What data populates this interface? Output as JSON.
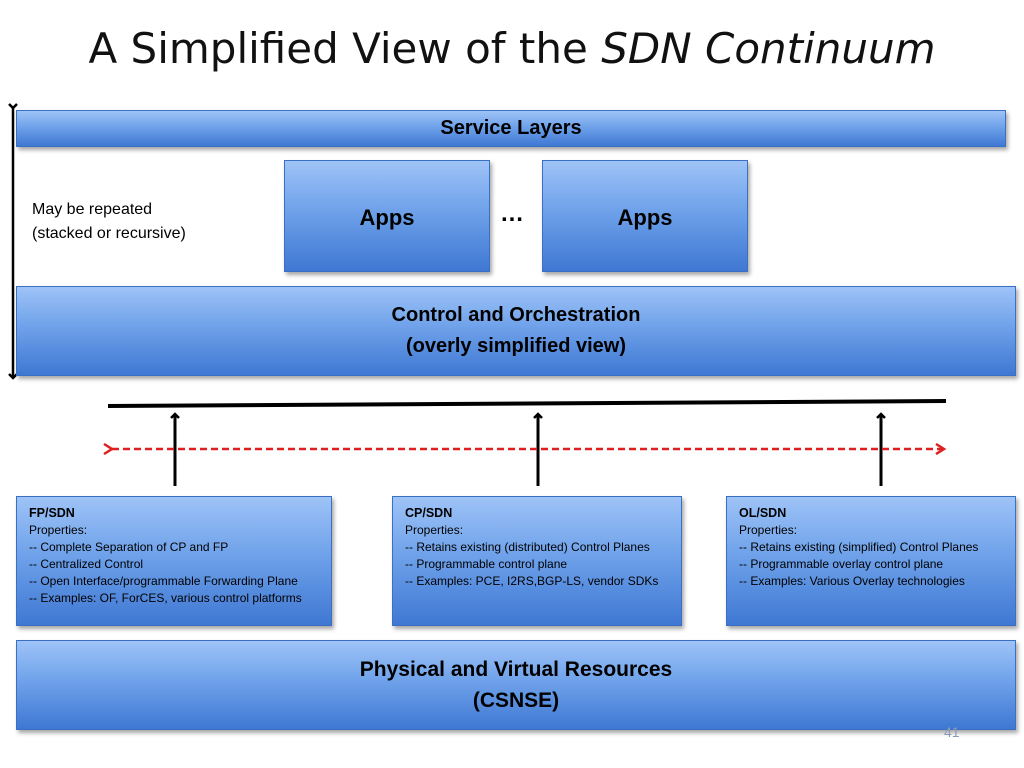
{
  "title": {
    "prefix": "A Simplified View of the ",
    "emphasis": "SDN Continuum"
  },
  "service_layers": {
    "label": "Service Layers"
  },
  "apps": [
    {
      "label": "Apps"
    },
    {
      "label": "Apps"
    }
  ],
  "ellipsis": "…",
  "note": {
    "line1": "May be repeated",
    "line2": "(stacked or recursive)"
  },
  "control": {
    "line1": "Control and Orchestration",
    "line2": "(overly simplified view)"
  },
  "sdn_boxes": [
    {
      "heading": "FP/SDN",
      "lines": [
        "Properties:",
        "-- Complete Separation of CP and FP",
        "-- Centralized Control",
        "-- Open Interface/programmable Forwarding Plane",
        "-- Examples: OF, ForCES, various control platforms"
      ]
    },
    {
      "heading": "CP/SDN",
      "lines": [
        "Properties:",
        "-- Retains existing (distributed) Control Planes",
        "-- Programmable control plane",
        "-- Examples: PCE, I2RS,BGP-LS,  vendor SDKs"
      ]
    },
    {
      "heading": "OL/SDN",
      "lines": [
        "Properties:",
        "-- Retains existing (simplified) Control Planes",
        "-- Programmable overlay control plane",
        "-- Examples: Various Overlay technologies"
      ]
    }
  ],
  "physical": {
    "line1": "Physical and Virtual Resources",
    "line2": "(CSNSE)"
  },
  "page_number": "41",
  "colors": {
    "box_gradient_top": "#9ec3f7",
    "box_gradient_bottom": "#3f78d3",
    "dashed_arrow": "#e02020"
  }
}
